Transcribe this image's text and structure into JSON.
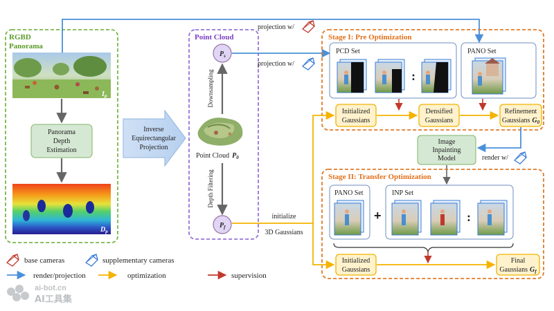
{
  "rgbd": {
    "title": "RGBD",
    "subtitle": "Panorama",
    "rgb_label_main": "I",
    "rgb_label_sub": "p",
    "depth_label_main": "D",
    "depth_label_sub": "p",
    "estimation_lines": [
      "Panorama",
      "Depth",
      "Estimation"
    ]
  },
  "inverse_projection_lines": [
    "Inverse",
    "Equirectangular",
    "Projection"
  ],
  "point_cloud": {
    "title": "Point Cloud",
    "ps_main": "P",
    "ps_sub": "s",
    "pf_main": "P",
    "pf_sub": "f",
    "downsampling": "Downsampling",
    "depth_filtering": "Depth Filtering",
    "p0_label": "Point Cloud",
    "p0_main": "P",
    "p0_sub": "0"
  },
  "arrows": {
    "projection_top": "projection w/",
    "projection_mid": "projection w/",
    "render": "render w/",
    "initialize_lines": [
      "initialize",
      "3D Gaussians"
    ]
  },
  "stage1": {
    "title": "Stage I: Pre Optimization",
    "pcd_set": "PCD Set",
    "pano_set": "PANO Set",
    "dots": ":",
    "initialized": [
      "Initialized",
      "Gaussians"
    ],
    "densified": [
      "Densified",
      "Gaussians"
    ],
    "refinement_lines": [
      "Refinement"
    ],
    "refinement_prefix": "Gaussians",
    "refinement_main": "G",
    "refinement_sub": "0"
  },
  "inpainting_lines": [
    "Image",
    "Inpainting",
    "Model"
  ],
  "stage2": {
    "title": "Stage II: Transfer Optimization",
    "pano_set": "PANO Set",
    "plus": "+",
    "inp_set": "INP Set",
    "dots": ":",
    "initialized": [
      "Initialized",
      "Gaussians"
    ],
    "final_lines": [
      "Final"
    ],
    "final_prefix": "Gaussians",
    "final_main": "G",
    "final_sub": "f"
  },
  "legend": {
    "base_cameras": "base cameras",
    "supplementary_cameras": "supplementary cameras",
    "render_projection": "render/projection",
    "optimization": "optimization",
    "supervision": "supervision"
  },
  "watermark": [
    "ai-bot.cn",
    "AI工具集"
  ],
  "colors": {
    "green_dash": "#7ab648",
    "green_box_fill": "#d5e8d4",
    "green_box_stroke": "#82b366",
    "green_title": "#5a9a2a",
    "purple_dash": "#9673d8",
    "purple_node_fill": "#e1d5f5",
    "purple_node_stroke": "#9673a6",
    "purple_title": "#7b3fc4",
    "orange_dash": "#e07b28",
    "orange_title": "#e0701a",
    "yellow_fill": "#fff2cc",
    "yellow_stroke": "#f0b400",
    "blue_arrow": "#4a90d9",
    "blue_box_fill": "#dae8fc",
    "blue_box_stroke": "#6c8ebf",
    "red_arrow": "#c0392b",
    "yellow_arrow": "#f5b301",
    "gray_arrow": "#666666"
  }
}
